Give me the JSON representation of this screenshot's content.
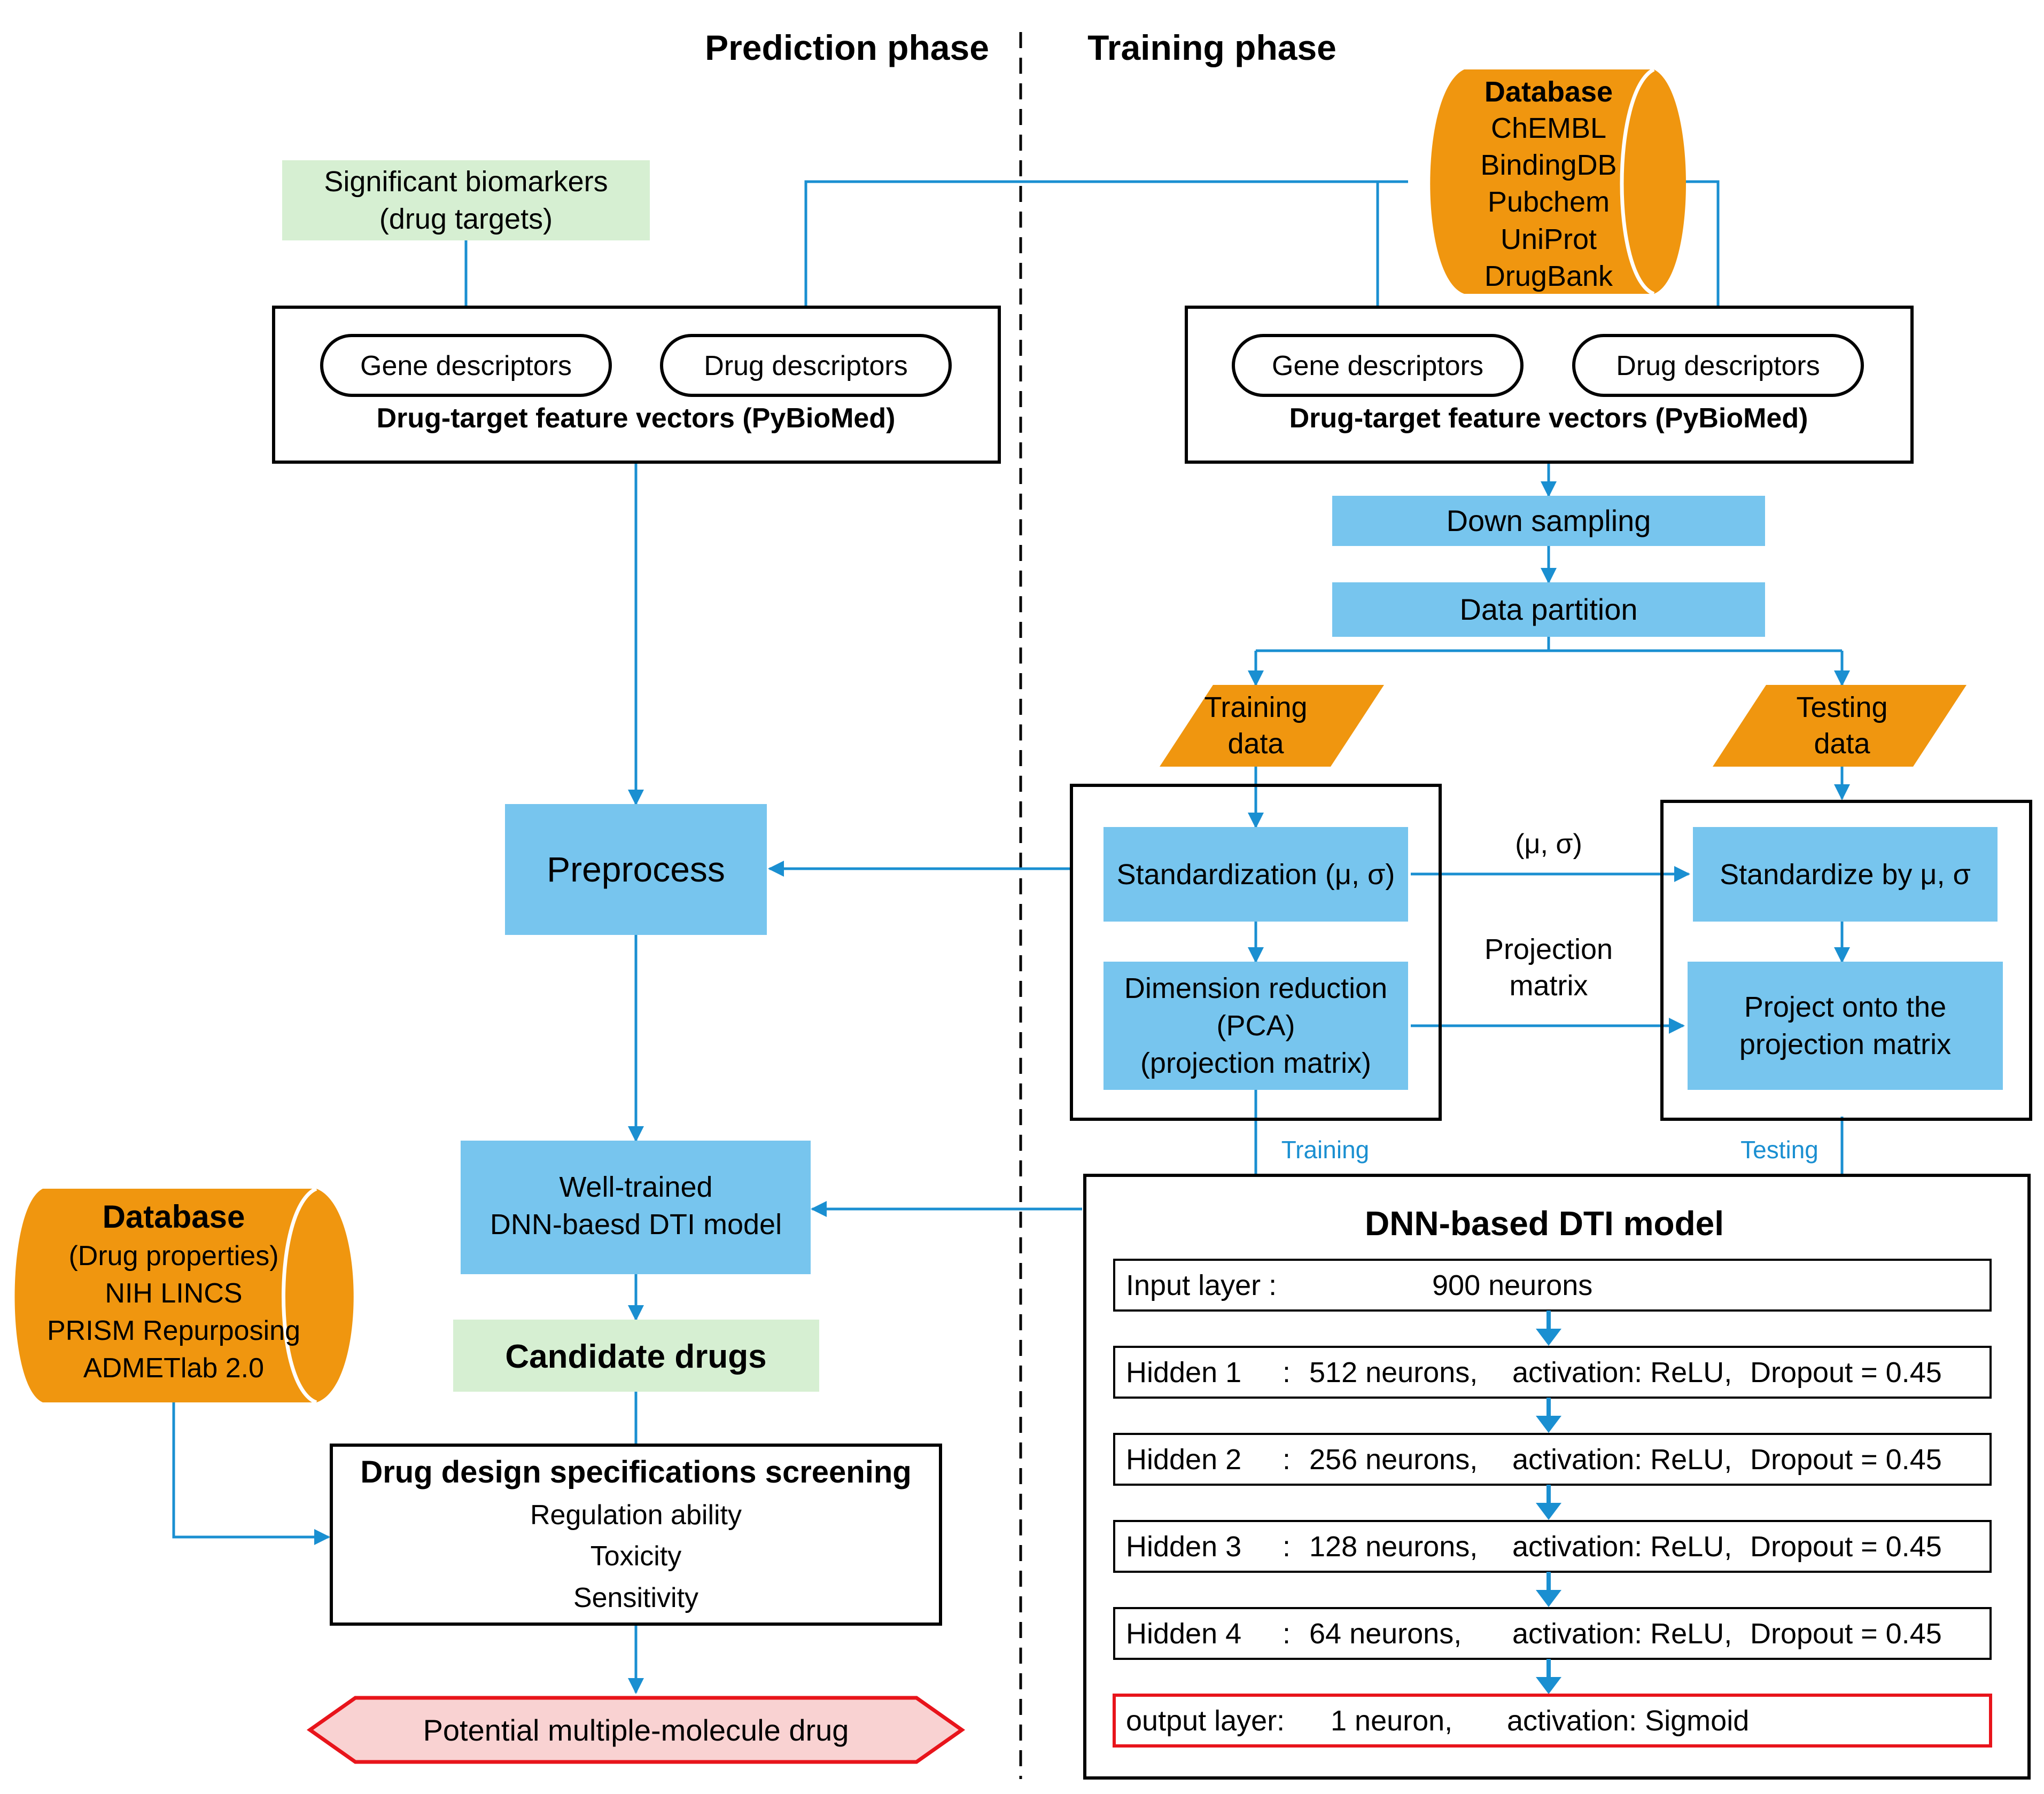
{
  "header": {
    "prediction_phase": "Prediction phase",
    "training_phase": "Training phase"
  },
  "prediction": {
    "biomarkers": [
      "Significant biomarkers",
      "(drug targets)"
    ],
    "gene_descriptors": "Gene descriptors",
    "drug_descriptors": "Drug descriptors",
    "feature_vectors": "Drug-target feature vectors (PyBioMed)",
    "preprocess": "Preprocess",
    "well_trained_model": [
      "Well-trained",
      "DNN-baesd DTI model"
    ],
    "candidate_drugs": "Candidate drugs",
    "screening_title": "Drug design specifications screening",
    "screening_items": [
      "Regulation ability",
      "Toxicity",
      "Sensitivity"
    ],
    "potential_drug": "Potential multiple-molecule drug",
    "property_database": {
      "title": "Database",
      "lines": [
        "(Drug properties)",
        "NIH LINCS",
        "PRISM Repurposing",
        "ADMETlab 2.0"
      ]
    }
  },
  "training": {
    "database": {
      "title": "Database",
      "items": [
        "ChEMBL",
        "BindingDB",
        "Pubchem",
        "UniProt",
        "DrugBank"
      ]
    },
    "gene_descriptors": "Gene descriptors",
    "drug_descriptors": "Drug descriptors",
    "feature_vectors": "Drug-target feature vectors (PyBioMed)",
    "down_sampling": "Down sampling",
    "data_partition": "Data partition",
    "training_data": [
      "Training",
      "data"
    ],
    "testing_data": [
      "Testing",
      "data"
    ],
    "standardization": "Standardization (μ, σ)",
    "dimension_reduction": [
      "Dimension reduction",
      "(PCA)",
      "(projection matrix)"
    ],
    "mu_sigma_label": "(μ, σ)",
    "projection_label": [
      "Projection",
      "matrix"
    ],
    "standardize_by": "Standardize by μ, σ",
    "project_onto": [
      "Project onto the",
      "projection matrix"
    ],
    "training_label": "Training",
    "testing_label": "Testing"
  },
  "dnn_model": {
    "title": "DNN-based DTI model",
    "layers": [
      {
        "name": "Input layer :",
        "neurons": "900 neurons",
        "activation": "",
        "dropout": ""
      },
      {
        "name": "Hidden 1",
        "sep": ":",
        "neurons": "512  neurons,",
        "activation": "activation:  ReLU,",
        "dropout": "Dropout = 0.45"
      },
      {
        "name": "Hidden 2",
        "sep": ":",
        "neurons": "256  neurons,",
        "activation": "activation: ReLU,",
        "dropout": "Dropout = 0.45"
      },
      {
        "name": "Hidden 3",
        "sep": ":",
        "neurons": "128  neurons,",
        "activation": "activation: ReLU,",
        "dropout": "Dropout = 0.45"
      },
      {
        "name": "Hidden 4",
        "sep": ":",
        "neurons": "64   neurons,",
        "activation": "activation:  ReLU,",
        "dropout": "Dropout = 0.45"
      },
      {
        "name": "output layer:",
        "neurons": "1    neuron,",
        "activation": "activation:  Sigmoid",
        "dropout": ""
      }
    ]
  },
  "colors": {
    "arrow_blue": "#1a8fd1",
    "box_blue": "#77c5ee",
    "orange": "#f0960f",
    "light_green": "#d6efd2",
    "pink": "#f9d2d2",
    "red": "#e8141b"
  }
}
